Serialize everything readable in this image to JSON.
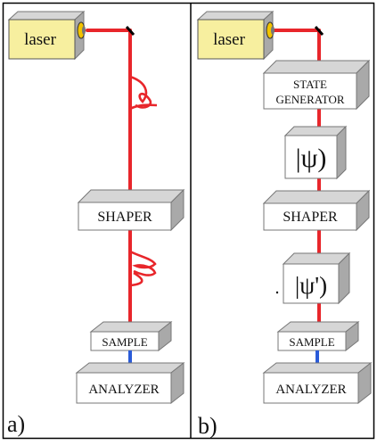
{
  "colors": {
    "beam": "#e8262b",
    "link": "#2a5bd8",
    "laser_front": "#f7ef9f",
    "box_front": "#ffffff",
    "box_top": "#d6d6d6",
    "box_side": "#a9a9a9",
    "frame": "#000000"
  },
  "panel_a": {
    "tag": "a)",
    "laser_label": "laser",
    "shaper_label": "SHAPER",
    "sample_label": "SAMPLE",
    "analyzer_label": "ANALYZER"
  },
  "panel_b": {
    "tag": "b)",
    "laser_label": "laser",
    "state_generator_line1": "STATE",
    "state_generator_line2": "GENERATOR",
    "psi_state": "|ψ)",
    "shaper_label": "SHAPER",
    "psi_prime_state": "|ψ')",
    "sample_label": "SAMPLE",
    "analyzer_label": "ANALYZER"
  }
}
